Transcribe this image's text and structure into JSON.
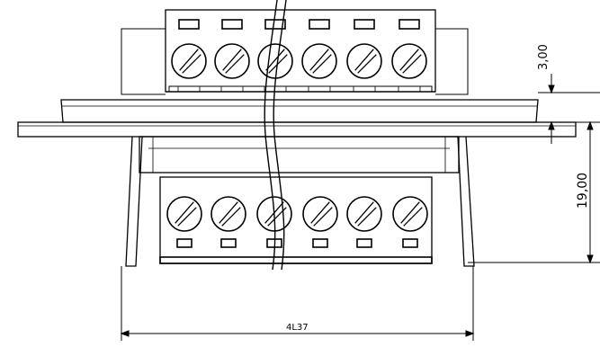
{
  "dimensions": {
    "top_gap": "3,00",
    "height": "19,00",
    "width": "4L37"
  },
  "terminals": {
    "top_count": 6,
    "bottom_count": 6
  },
  "colors": {
    "line": "#000000",
    "background": "#ffffff"
  }
}
